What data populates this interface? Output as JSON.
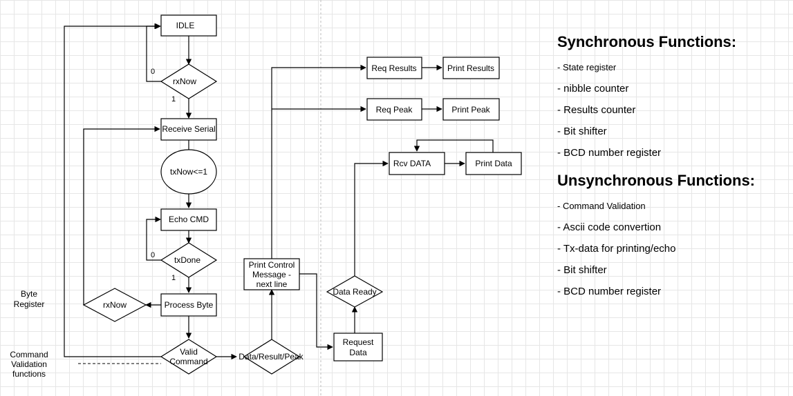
{
  "nodes": {
    "idle": "IDLE",
    "rxnow_top": "rxNow",
    "receive_serial": "Receive Serial",
    "txnow": "txNow<=1",
    "echo_cmd": "Echo CMD",
    "txdone": "txDone",
    "process_byte": "Process Byte",
    "rxnow_left": "rxNow",
    "valid_command": [
      "Valid",
      "Command"
    ],
    "data_result_peak": "Data/Result/Peak",
    "print_control": [
      "Print Control",
      "Message -",
      "next line"
    ],
    "req_results": "Req Results",
    "print_results": "Print Results",
    "req_peak": "Req Peak",
    "print_peak": "Print Peak",
    "rcv_data": "Rcv DATA",
    "print_data": "Print Data",
    "data_ready": "Data Ready",
    "request_data": [
      "Request",
      "Data"
    ]
  },
  "edge_labels": {
    "rxnow_zero": "0",
    "rxnow_one": "1",
    "txdone_zero": "0",
    "txdone_one": "1"
  },
  "side_labels": {
    "byte_register": [
      "Byte",
      "Register"
    ],
    "command_validation": [
      "Command",
      "Validation",
      "functions"
    ]
  },
  "notes": {
    "sync_title": "Synchronous Functions:",
    "sync_items": [
      "- State register",
      "- nibble counter",
      "- Results counter",
      "- Bit shifter",
      "- BCD number register"
    ],
    "unsync_title": "Unsynchronous Functions:",
    "unsync_items": [
      "- Command Validation",
      "- Ascii code convertion",
      "- Tx-data for printing/echo",
      "- Bit shifter",
      "- BCD number register"
    ]
  }
}
